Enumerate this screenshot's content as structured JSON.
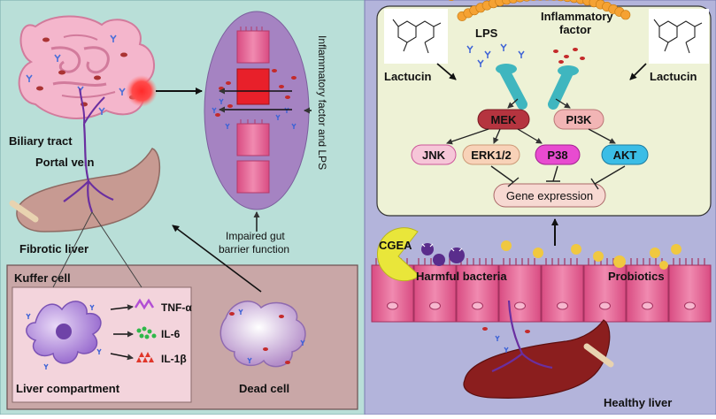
{
  "left_panel": {
    "biliary_tract": "Biliary tract",
    "portal_vein": "Portal vein",
    "fibrotic_liver": "Fibrotic liver",
    "inflammatory_label": "Inflammatory factor and LPS",
    "impaired_gut_line1": "Impaired gut",
    "impaired_gut_line2": "barrier function",
    "kuffer_cell": "Kuffer cell",
    "tnf": "TNF-α",
    "il6": "IL-6",
    "il1b": "IL-1β",
    "liver_compartment": "Liver compartment",
    "dead_cell": "Dead cell"
  },
  "right_panel": {
    "lps": "LPS",
    "inflammatory_line1": "Inflammatory",
    "inflammatory_line2": "factor",
    "lactucin_left": "Lactucin",
    "lactucin_right": "Lactucin",
    "mek": "MEK",
    "pi3k": "PI3K",
    "jnk": "JNK",
    "erk": "ERK1/2",
    "p38": "P38",
    "akt": "AKT",
    "gene_expression": "Gene expression",
    "cgea": "CGEA",
    "harmful_bacteria": "Harmful bacteria",
    "probiotics": "Probiotics",
    "healthy_liver": "Healthy liver"
  },
  "colors": {
    "left_bg": "#b9dfd8",
    "right_bg": "#b3b4db",
    "signal_box": "#eef2d6",
    "membrane": "#f5a233",
    "receptor": "#3fb6bf",
    "mek": "#b5343f",
    "pi3k": "#f2b5b5",
    "jnk": "#f6c6d8",
    "erk": "#f8d2b8",
    "p38": "#e84bd0",
    "akt": "#3bbde6",
    "gut_cell": "#e86b9a",
    "liver": "#c79a92",
    "healthy_liver": "#8b1e1e"
  }
}
